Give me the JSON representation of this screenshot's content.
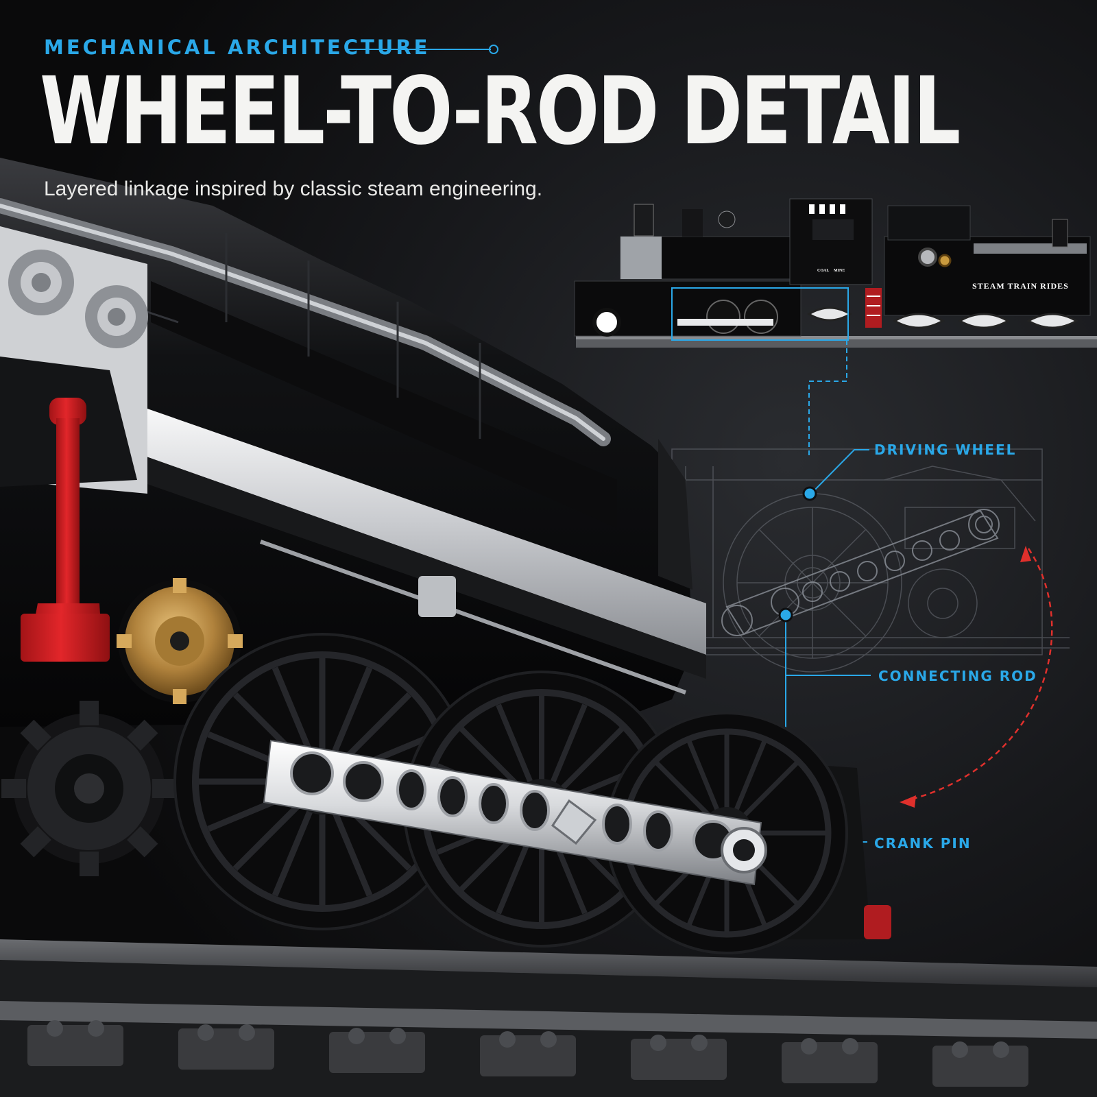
{
  "header": {
    "kicker": "MECHANICAL ARCHITECTURE",
    "title": "WHEEL-TO-ROD DETAIL",
    "subtitle": "Layered linkage inspired by classic steam engineering."
  },
  "callouts": {
    "driving_wheel": "DRIVING WHEEL",
    "connecting_rod": "CONNECTING ROD",
    "crank_pin": "CRANK PIN"
  },
  "model_prints": {
    "tender_text": "STEAM  TRAIN  RIDES",
    "cab_text_1": "COAL",
    "cab_text_2": "MINE"
  },
  "colors": {
    "accent_blue": "#2aa8e8",
    "accent_red": "#e0302c",
    "background": "#0e0f11",
    "headline": "#f4f4f2"
  },
  "icons": [
    "connector-dot-icon",
    "motion-arrow-icon"
  ]
}
